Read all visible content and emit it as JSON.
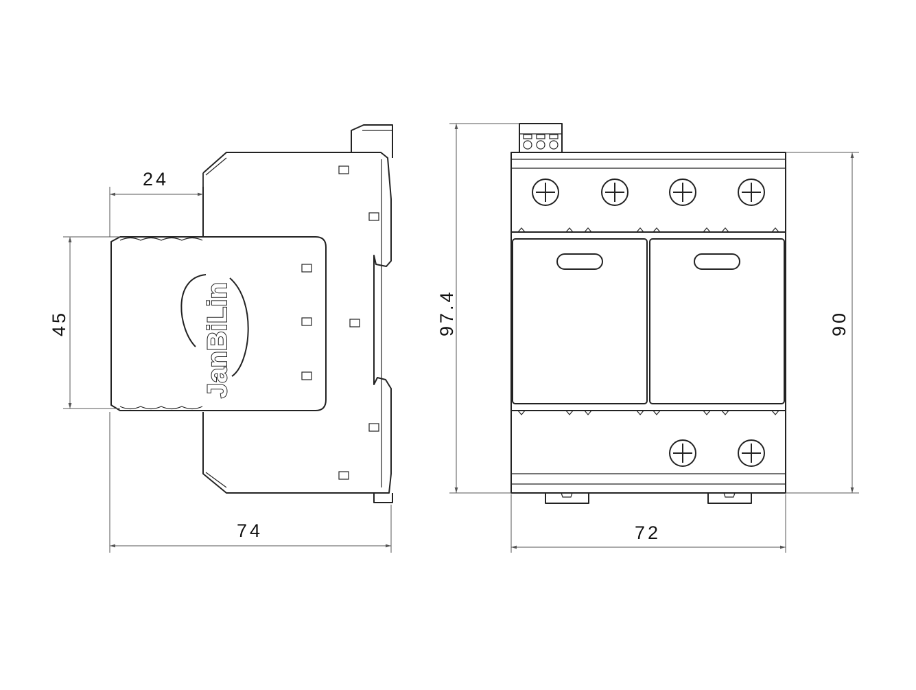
{
  "dimensions": {
    "side_top_width": "24",
    "side_front_height": "45",
    "side_total_width": "74",
    "front_total_height": "97.4",
    "front_body_height": "90",
    "front_total_width": "72"
  },
  "logo": {
    "text": "JanBiLin"
  },
  "colors": {
    "line": "#222222",
    "dimension": "#555555",
    "background": "#ffffff"
  }
}
